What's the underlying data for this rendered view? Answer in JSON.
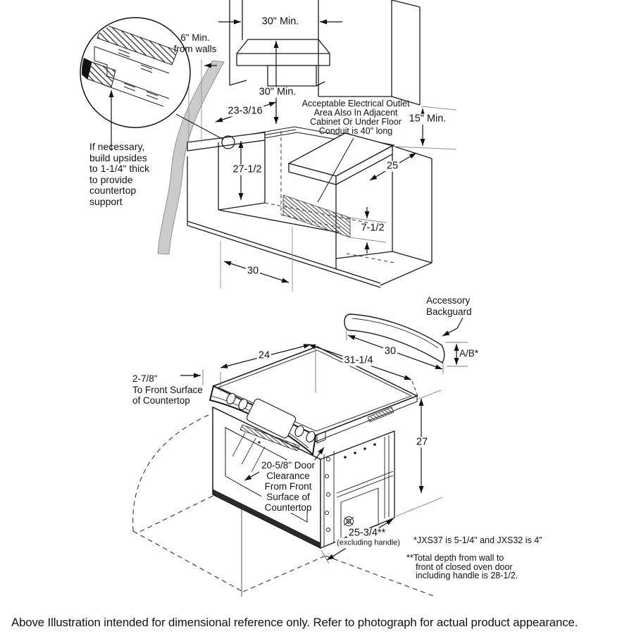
{
  "upper": {
    "labels": {
      "cabinet_width_min": "30\" Min.",
      "wall_clearance": "6\" Min.\nfrom walls",
      "hood_clearance_min": "30\" Min.",
      "cutout_back_depth": "23-3/16",
      "outlet_note": "Acceptable Electrical Outlet\nArea Also In Adjacent\nCabinet Or Under Floor\nConduit is 40\" long",
      "countertop_to_cabinet_min": "15\" Min.",
      "support_note": "If necessary,\nbuild upsides\nto 1-1/4\" thick\nto provide\ncountertop\nsupport",
      "cutout_depth": "27-1/2",
      "counter_depth": "25",
      "outlet_zone_height": "7-1/2",
      "cutout_width": "30"
    }
  },
  "lower": {
    "labels": {
      "backguard": "Accessory\nBackguard",
      "backguard_width": "30",
      "backguard_height": "A/B*",
      "overall_width": "31-1/4",
      "cooktop_depth": "24",
      "overhang_note": "2-7/8\"\nTo Front Surface\nof Countertop",
      "body_height": "27",
      "door_clearance_note": "20-5/8\" Door\nClearance\nFrom Front\nSurface of\nCountertop",
      "body_depth": "25-3/4**",
      "body_depth_qualifier": "(excluding handle)",
      "footnote_models": "*JXS37 is 5-1/4\" and JXS32 is 4\"",
      "footnote_total_depth": "**Total depth from wall to\nfront of closed oven door\nincluding handle is 28-1/2."
    }
  },
  "caption": "Above Illustration intended for dimensional reference only. Refer to photograph for actual product appearance."
}
